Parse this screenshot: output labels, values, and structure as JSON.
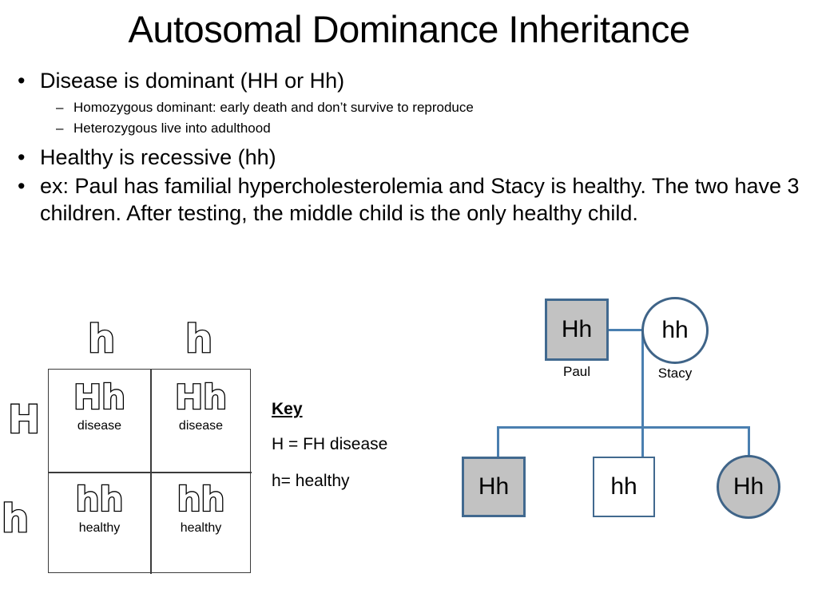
{
  "slide": {
    "title": "Autosomal Dominance Inheritance",
    "bullet_marker": "•",
    "dash_marker": "–"
  },
  "bullets": [
    {
      "level": 1,
      "text": "Disease is dominant (HH or Hh)"
    },
    {
      "level": 2,
      "text": "Homozygous dominant: early death and don’t survive to reproduce"
    },
    {
      "level": 2,
      "text": "Heterozygous live into adulthood"
    },
    {
      "level": 1,
      "text": "Healthy is recessive (hh)"
    },
    {
      "level": 1,
      "text": "ex: Paul has familial hypercholesterolemia and Stacy is healthy. The two have 3 children. After testing, the middle child is the only healthy child."
    }
  ],
  "punnett": {
    "column_headers": [
      "h",
      "h"
    ],
    "row_headers": [
      "H",
      "h"
    ],
    "cells": [
      {
        "genotype": "Hh",
        "phenotype": "disease"
      },
      {
        "genotype": "Hh",
        "phenotype": "disease"
      },
      {
        "genotype": "hh",
        "phenotype": "healthy"
      },
      {
        "genotype": "hh",
        "phenotype": "healthy"
      }
    ],
    "border_color": "#3b3b3b"
  },
  "key": {
    "title": "Key",
    "lines": [
      "H = FH disease",
      "h= healthy"
    ]
  },
  "pedigree": {
    "colors": {
      "line": "#4a7fb0",
      "square_border": "#41698f",
      "circle_border": "#3f6488",
      "affected_fill": "#c2c2c2",
      "unaffected_fill": "#ffffff"
    },
    "parents": [
      {
        "name": "Paul",
        "genotype": "Hh",
        "shape": "square",
        "affected": true
      },
      {
        "name": "Stacy",
        "genotype": "hh",
        "shape": "circle",
        "affected": false
      }
    ],
    "children": [
      {
        "genotype": "Hh",
        "shape": "square",
        "affected": true
      },
      {
        "genotype": "hh",
        "shape": "square",
        "affected": false
      },
      {
        "genotype": "Hh",
        "shape": "circle",
        "affected": true
      }
    ]
  }
}
